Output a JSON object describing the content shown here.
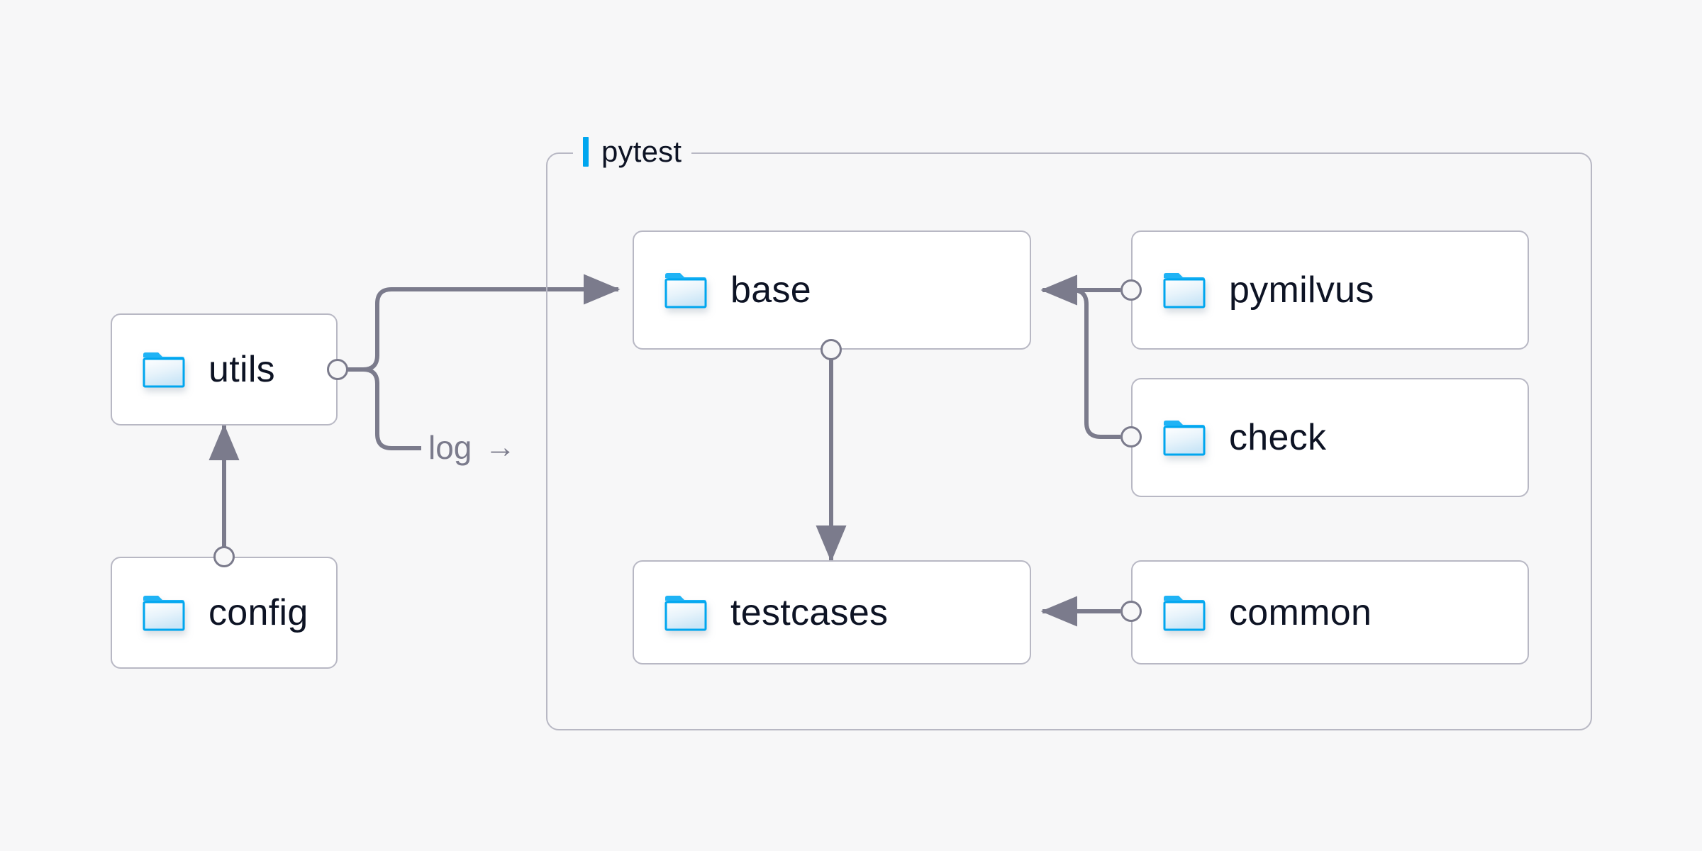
{
  "diagram": {
    "type": "module-dependency-diagram",
    "background_color": "#f7f7f8",
    "accent_color": "#00a6ef",
    "node_border_color": "#b8b8c4",
    "edge_color": "#7b7b8c",
    "text_color": "#0d1324",
    "groups": [
      {
        "id": "pytest",
        "label": "pytest",
        "accent_color": "#00a6ef"
      }
    ],
    "nodes": [
      {
        "id": "utils",
        "label": "utils",
        "icon": "folder-icon",
        "group": null
      },
      {
        "id": "config",
        "label": "config",
        "icon": "folder-icon",
        "group": null
      },
      {
        "id": "base",
        "label": "base",
        "icon": "folder-icon",
        "group": "pytest"
      },
      {
        "id": "testcases",
        "label": "testcases",
        "icon": "folder-icon",
        "group": "pytest"
      },
      {
        "id": "pymilvus",
        "label": "pymilvus",
        "icon": "folder-icon",
        "group": "pytest"
      },
      {
        "id": "check",
        "label": "check",
        "icon": "folder-icon",
        "group": "pytest"
      },
      {
        "id": "common",
        "label": "common",
        "icon": "folder-icon",
        "group": "pytest"
      }
    ],
    "edges": [
      {
        "from": "config",
        "to": "utils",
        "label": ""
      },
      {
        "from": "utils",
        "to": "base",
        "label": ""
      },
      {
        "from": "utils",
        "to": "pytest",
        "label": "log"
      },
      {
        "from": "base",
        "to": "testcases",
        "label": ""
      },
      {
        "from": "pymilvus",
        "to": "base",
        "label": ""
      },
      {
        "from": "check",
        "to": "base",
        "label": ""
      },
      {
        "from": "common",
        "to": "testcases",
        "label": ""
      }
    ],
    "edge_labels": {
      "log": "log",
      "log_arrow": "→"
    }
  }
}
